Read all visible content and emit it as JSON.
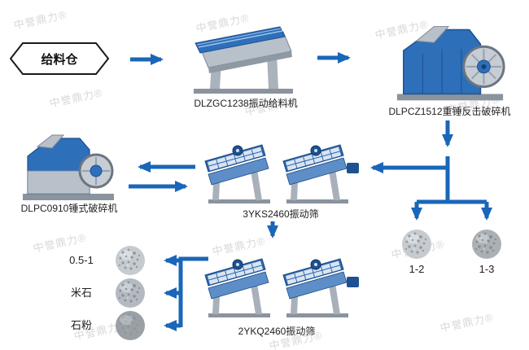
{
  "watermark": {
    "text": "中誉鼎力®"
  },
  "flow": {
    "feed_bin_label": "给料仓",
    "feeder_label": "DLZGC1238振动给料机",
    "impact_crusher_label": "DLPCZ1512重锤反击破碎机",
    "hammer_crusher_label": "DLPC0910锤式破碎机",
    "screen_top_label": "3YKS2460振动筛",
    "screen_bottom_label": "2YKQ2460振动筛"
  },
  "products_right": [
    {
      "label": "1-2"
    },
    {
      "label": "1-3"
    }
  ],
  "products_left": [
    {
      "label": "0.5-1"
    },
    {
      "label": "米石"
    },
    {
      "label": "石粉"
    }
  ],
  "colors": {
    "arrow": "#1a66b8",
    "machine_blue": "#2e6fba",
    "machine_blue_dark": "#1d5191",
    "metal_gray": "#b8c0c9",
    "text": "#222222",
    "watermark": "#d8d8d8"
  }
}
